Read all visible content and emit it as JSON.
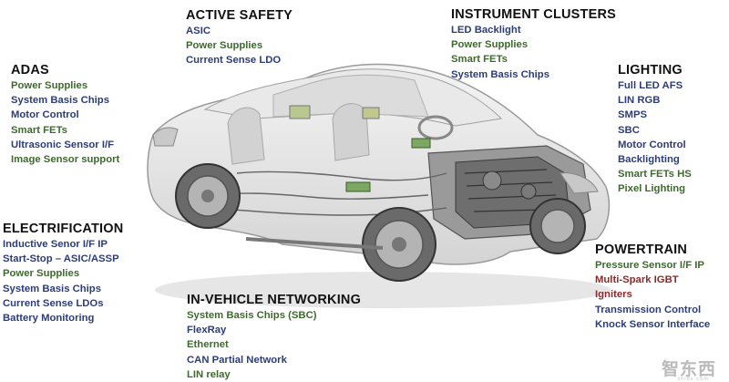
{
  "sections": {
    "active_safety": {
      "title": "ACTIVE SAFETY",
      "items": [
        {
          "text": "ASIC",
          "color": "#2c3d78"
        },
        {
          "text": "Power Supplies",
          "color": "#3e6a2e"
        },
        {
          "text": "Current Sense LDO",
          "color": "#2c3d78"
        }
      ]
    },
    "instrument_clusters": {
      "title": "INSTRUMENT CLUSTERS",
      "items": [
        {
          "text": "LED Backlight",
          "color": "#2c3d78"
        },
        {
          "text": "Power Supplies",
          "color": "#3e6a2e"
        },
        {
          "text": "Smart FETs",
          "color": "#3e6a2e"
        },
        {
          "text": "System Basis Chips",
          "color": "#2c3d78"
        }
      ]
    },
    "adas": {
      "title": "ADAS",
      "items": [
        {
          "text": "Power Supplies",
          "color": "#3e6a2e"
        },
        {
          "text": "System Basis Chips",
          "color": "#2c3d78"
        },
        {
          "text": "Motor Control",
          "color": "#2c3d78"
        },
        {
          "text": "Smart FETs",
          "color": "#3e6a2e"
        },
        {
          "text": "Ultrasonic Sensor I/F",
          "color": "#2c3d78"
        },
        {
          "text": "Image Sensor support",
          "color": "#3e6a2e"
        }
      ]
    },
    "lighting": {
      "title": "LIGHTING",
      "items": [
        {
          "text": "Full LED AFS",
          "color": "#2c3d78"
        },
        {
          "text": "LIN RGB",
          "color": "#2c3d78"
        },
        {
          "text": "SMPS",
          "color": "#2c3d78"
        },
        {
          "text": "SBC",
          "color": "#2c3d78"
        },
        {
          "text": "Motor  Control",
          "color": "#2c3d78"
        },
        {
          "text": "Backlighting",
          "color": "#2c3d78"
        },
        {
          "text": "Smart FETs HS",
          "color": "#3e6a2e"
        },
        {
          "text": "Pixel Lighting",
          "color": "#3e6a2e"
        }
      ]
    },
    "electrification": {
      "title": "ELECTRIFICATION",
      "items": [
        {
          "text": "Inductive Senor I/F IP",
          "color": "#2c3d78"
        },
        {
          "text": "Start-Stop – ASIC/ASSP",
          "color": "#2c3d78"
        },
        {
          "text": "Power Supplies",
          "color": "#3e6a2e"
        },
        {
          "text": "System Basis Chips",
          "color": "#2c3d78"
        },
        {
          "text": "Current Sense LDOs",
          "color": "#2c3d78"
        },
        {
          "text": "Battery Monitoring",
          "color": "#2c3d78"
        }
      ]
    },
    "powertrain": {
      "title": "POWERTRAIN",
      "items": [
        {
          "text": "Pressure Sensor I/F IP",
          "color": "#3e6a2e"
        },
        {
          "text": "Multi-Spark IGBT",
          "color": "#8c2a2a"
        },
        {
          "text": "Igniters",
          "color": "#8c2a2a"
        },
        {
          "text": "Transmission Control",
          "color": "#2c3d78"
        },
        {
          "text": "Knock Sensor Interface",
          "color": "#2c3d78"
        }
      ]
    },
    "in_vehicle_networking": {
      "title": "IN-VEHICLE NETWORKING",
      "items": [
        {
          "text": "System Basis Chips (SBC)",
          "color": "#3e6a2e"
        },
        {
          "text": "FlexRay",
          "color": "#2c3d78"
        },
        {
          "text": "Ethernet",
          "color": "#3e6a2e"
        },
        {
          "text": "CAN Partial Network",
          "color": "#2c3d78"
        },
        {
          "text": "LIN relay",
          "color": "#3e6a2e"
        }
      ]
    }
  },
  "watermark": "智东西",
  "watermark_sub": "zhidx.com"
}
